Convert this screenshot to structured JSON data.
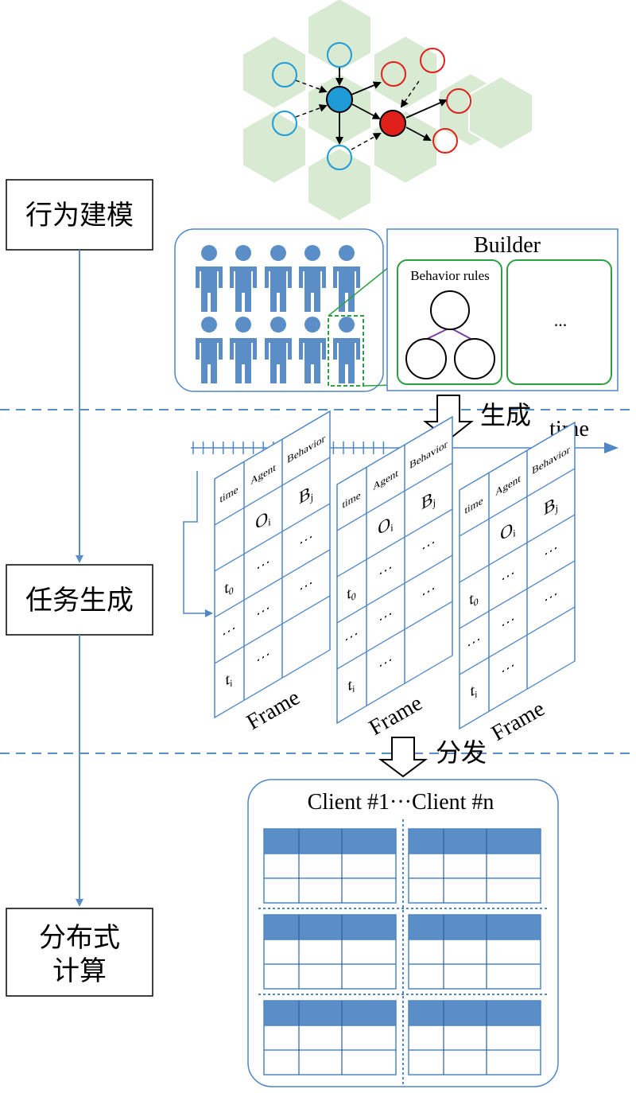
{
  "stages": {
    "modeling": "行为建模",
    "task_generation": "任务生成",
    "distributed": [
      "分布式",
      "计算"
    ]
  },
  "builder": {
    "title": "Builder",
    "rules_label": "Behavior rules",
    "ellipsis": "..."
  },
  "arrows": {
    "generate": "生成",
    "distribute": "分发"
  },
  "timeline": {
    "label": "time"
  },
  "frames": [
    {
      "headers": [
        "time",
        "Agent",
        "Behavior"
      ],
      "row1": [
        "",
        "O",
        "B"
      ],
      "row1_sub": [
        "",
        "i",
        "j"
      ],
      "t0": "t",
      "t0_sub": "0",
      "ti": "t",
      "ti_sub": "i",
      "dots": "···",
      "caption": "Frame"
    },
    {
      "headers": [
        "time",
        "Agent",
        "Behavior"
      ],
      "row1": [
        "",
        "O",
        "B"
      ],
      "row1_sub": [
        "",
        "i",
        "j"
      ],
      "t0": "t",
      "t0_sub": "0",
      "ti": "t",
      "ti_sub": "i",
      "dots": "···",
      "caption": "Frame"
    },
    {
      "headers": [
        "time",
        "Agent",
        "Behavior"
      ],
      "row1": [
        "",
        "O",
        "B"
      ],
      "row1_sub": [
        "",
        "i",
        "j"
      ],
      "t0": "t",
      "t0_sub": "0",
      "ti": "t",
      "ti_sub": "i",
      "dots": "···",
      "caption": "Frame"
    }
  ],
  "clients": {
    "title": "Client #1···Client #n"
  },
  "colors": {
    "accent_blue": "#5b8ec6",
    "agent_blue": "#1f9bd7",
    "agent_red": "#e0201b",
    "hex_green": "#d9ead3",
    "builder_green": "#2ea043"
  }
}
